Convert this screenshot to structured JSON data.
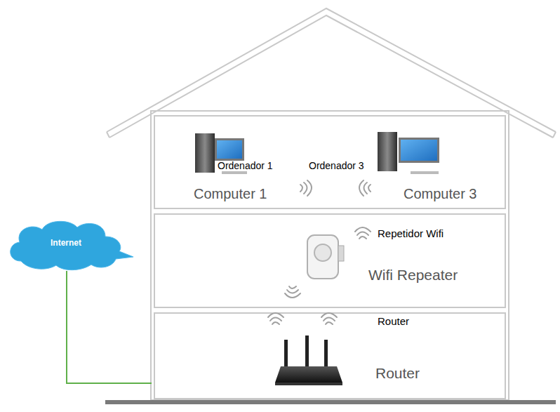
{
  "diagram": {
    "nodes": [
      {
        "text": [
          "Internet"
        ]
      },
      {
        "text": [
          "Ordenador 1",
          "Computer 1"
        ]
      },
      {
        "text": [
          "Ordenador 3",
          "Computer 3"
        ]
      },
      {
        "text": [
          "Repetidor Wifi",
          "Wifi Repeater"
        ]
      },
      {
        "text": [
          "Router",
          "Router"
        ]
      }
    ]
  }
}
